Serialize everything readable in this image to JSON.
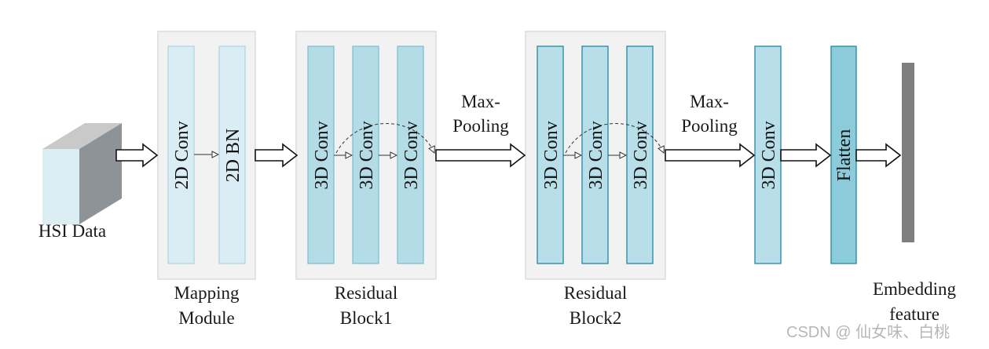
{
  "input": {
    "label": "HSI Data"
  },
  "modules": {
    "mapping": {
      "title_line1": "Mapping",
      "title_line2": "Module",
      "layers": [
        "2D Conv",
        "2D BN"
      ]
    },
    "residual1": {
      "title_line1": "Residual",
      "title_line2": "Block1",
      "layers": [
        "3D Conv",
        "3D Conv",
        "3D Conv"
      ]
    },
    "residual2": {
      "title_line1": "Residual",
      "title_line2": "Block2",
      "layers": [
        "3D Conv",
        "3D Conv",
        "3D Conv"
      ]
    }
  },
  "pool1": {
    "line1": "Max-",
    "line2": "Pooling"
  },
  "pool2": {
    "line1": "Max-",
    "line2": "Pooling"
  },
  "conv_final": "3D Conv",
  "flatten": "Flatten",
  "output": {
    "line1": "Embedding",
    "line2": "feature"
  },
  "watermark": "CSDN @ 仙女味、白桃",
  "colors": {
    "panel_bg": "#f2f2f2",
    "panel_border": "#d4d4d4",
    "mapping_fill": "#daedf4",
    "mapping_stroke": "#a9d4e2",
    "res1_fill": "#b4dce7",
    "res1_stroke": "#79bed2",
    "res2_fill": "#b8dfe9",
    "res2_stroke": "#2f8fa5",
    "flatten_fill": "#8ccbd9",
    "output_bar": "#7f7f7f"
  }
}
